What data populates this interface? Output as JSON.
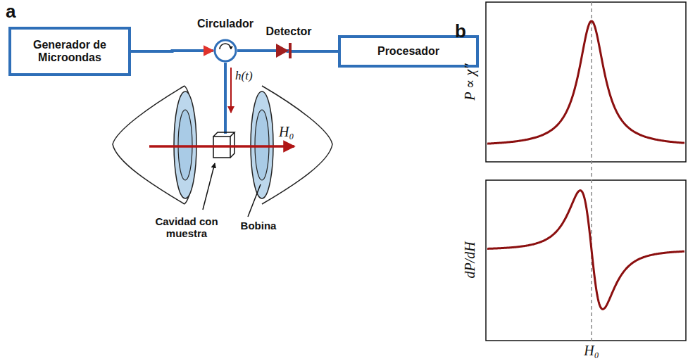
{
  "diagram": {
    "nodes": [
      {
        "text": [
          "Generador de Microondas"
        ]
      },
      {
        "text": [
          "Circulador"
        ]
      },
      {
        "text": [
          "Procesador"
        ]
      }
    ],
    "edges": [
      {
        "from": 0,
        "to": 1,
        "arrow": "to"
      },
      {
        "from": 1,
        "to": 2,
        "arrow": "none"
      }
    ],
    "labels": [
      "a",
      "Detector",
      "h(t)",
      "H₀",
      "Cavidad con muestra",
      "Bobina",
      "b",
      "P ∝ χ″",
      "dP/dH",
      "H₀"
    ]
  }
}
